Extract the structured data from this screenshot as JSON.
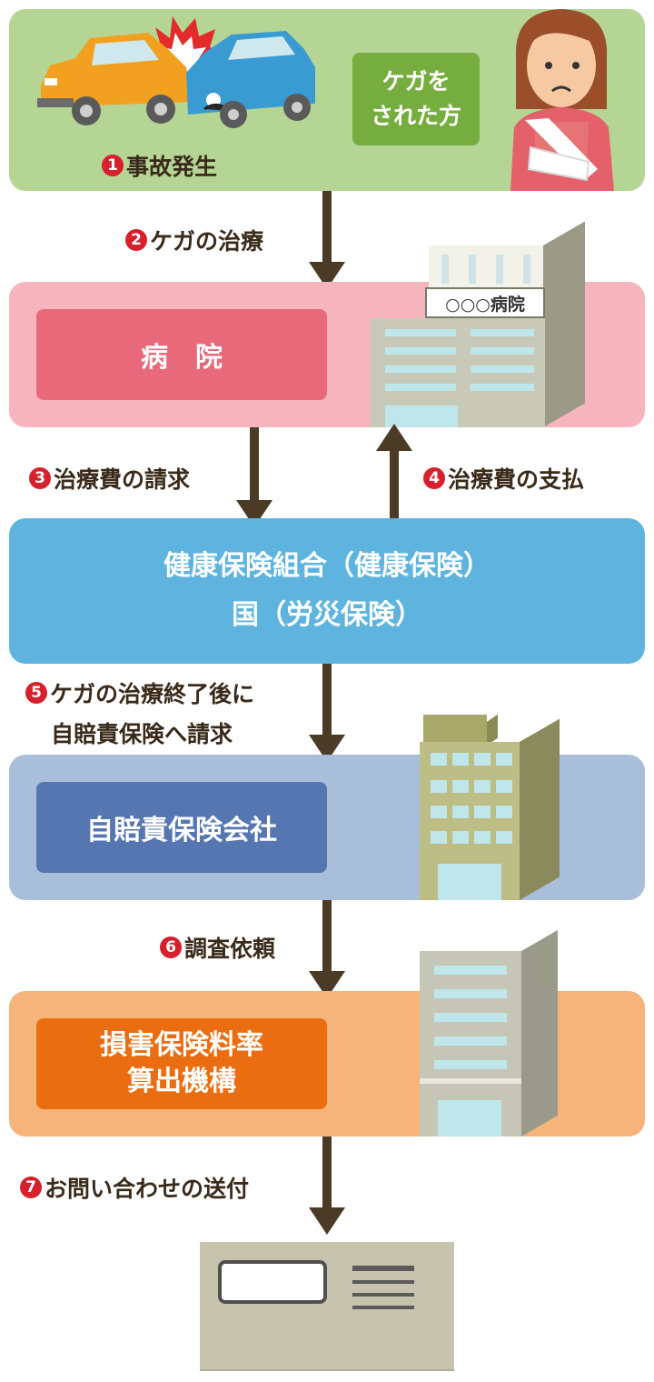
{
  "colors": {
    "accident_band": "#b5d595",
    "hospital_band": "#f6b5bd",
    "hospital_box": "#e86a7a",
    "insurance_box": "#5fb4df",
    "jibai_band": "#a9bfd9",
    "jibai_box": "#5576b1",
    "rating_band": "#f4b47a",
    "rating_box": "#ea6e11",
    "injured_box": "#75ae3e",
    "arrow": "#4a3a26",
    "step_badge": "#d6202b"
  },
  "accident": {
    "injured_label": "ケガを\nされた方",
    "step_num": "1",
    "step_label": "事故発生"
  },
  "steps": {
    "s2": {
      "num": "2",
      "label": "ケガの治療"
    },
    "s3": {
      "num": "3",
      "label": "治療費の請求"
    },
    "s4": {
      "num": "4",
      "label": "治療費の支払"
    },
    "s5": {
      "num": "5",
      "line1": "ケガの治療終了後に",
      "line2": "自賠責保険へ請求"
    },
    "s6": {
      "num": "6",
      "label": "調査依頼"
    },
    "s7": {
      "num": "7",
      "label": "お問い合わせの送付"
    }
  },
  "hospital": {
    "label": "病　院",
    "sign": "○○○病院"
  },
  "insurance": {
    "line1": "健康保険組合（健康保険）",
    "line2": "国（労災保険）"
  },
  "jibai": {
    "label": "自賠責保険会社"
  },
  "rating": {
    "label": "損害保険料率\n算出機構"
  },
  "icons": {
    "cars": "car-crash-icon",
    "person": "injured-woman-icon",
    "hospital_building": "hospital-building-icon",
    "office_building": "office-building-icon",
    "rating_building": "rating-building-icon",
    "letter": "envelope-icon"
  }
}
